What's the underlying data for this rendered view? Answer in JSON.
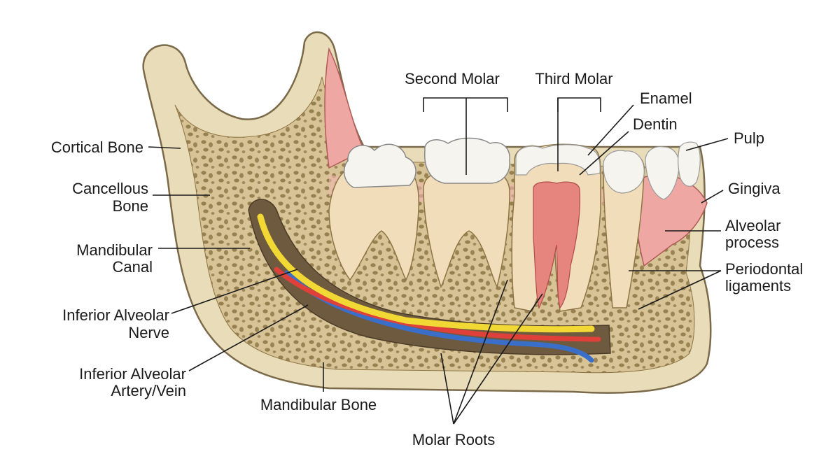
{
  "colors": {
    "bone": "#e9dcb8",
    "bone_outline": "#7a6a4a",
    "cancellous": "#d7c396",
    "trabecula": "#8c7444",
    "gingiva": "#eea7a3",
    "enamel": "#f6f4ef",
    "dentin": "#f1ddb9",
    "pulp": "#e6847e",
    "canal": "#6e5a3e",
    "nerve": "#f1d834",
    "artery": "#e0403a",
    "vein": "#3a6fc9"
  },
  "labels": {
    "cortical_bone": "Cortical Bone",
    "cancellous_line1": "Cancellous",
    "cancellous_line2": "Bone",
    "mandibular_canal_line1": "Mandibular",
    "mandibular_canal_line2": "Canal",
    "ian_line1": "Inferior Alveolar",
    "ian_line2": "Nerve",
    "iaav_line1": "Inferior Alveolar",
    "iaav_line2": "Artery/Vein",
    "mandibular_bone": "Mandibular Bone",
    "molar_roots": "Molar Roots",
    "second_molar": "Second Molar",
    "third_molar": "Third Molar",
    "enamel": "Enamel",
    "dentin": "Dentin",
    "pulp": "Pulp",
    "gingiva": "Gingiva",
    "alveolar_line1": "Alveolar",
    "alveolar_line2": "process",
    "periodontal_line1": "Periodontal",
    "periodontal_line2": "ligaments"
  }
}
